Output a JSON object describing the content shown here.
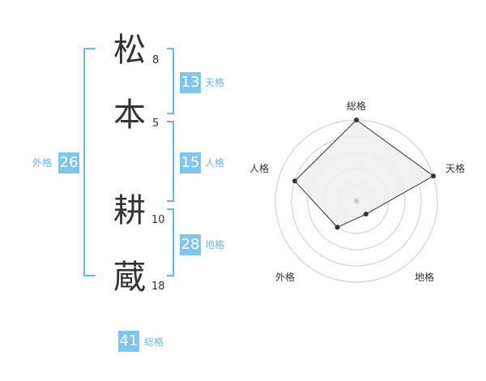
{
  "name_chars": [
    {
      "char": "松",
      "strokes": "8"
    },
    {
      "char": "本",
      "strokes": "5"
    },
    {
      "char": "耕",
      "strokes": "10"
    },
    {
      "char": "蔵",
      "strokes": "18"
    }
  ],
  "fortunes": {
    "tenkaku": {
      "value": "13",
      "label": "天格"
    },
    "jinkaku": {
      "value": "15",
      "label": "人格"
    },
    "chikaku": {
      "value": "28",
      "label": "地格"
    },
    "gaikaku": {
      "value": "26",
      "label": "外格"
    },
    "soukaku": {
      "value": "41",
      "label": "総格"
    }
  },
  "colors": {
    "accent": "#7fc6ed",
    "bracket": "#6cb8e6",
    "text": "#333333",
    "radar_fill": "#eeeeee",
    "radar_line": "#333333",
    "grid": "#cccccc"
  },
  "radar": {
    "axes": [
      "総格",
      "天格",
      "地格",
      "外格",
      "人格"
    ],
    "rings": 5,
    "max": 5,
    "values": [
      5,
      5,
      1,
      2,
      4
    ]
  }
}
